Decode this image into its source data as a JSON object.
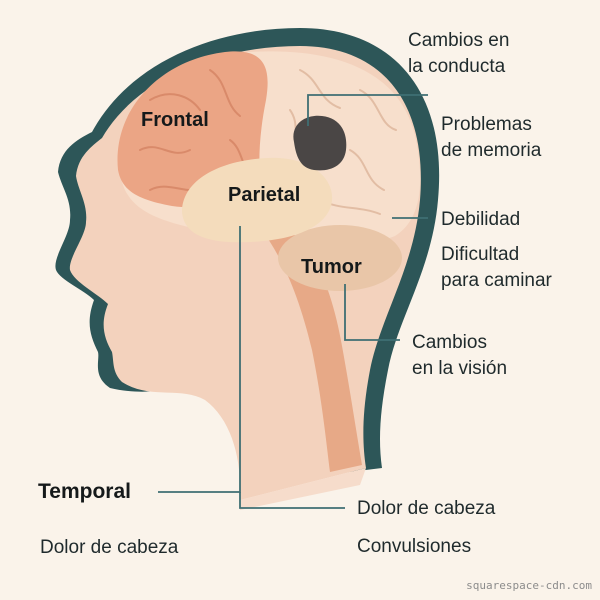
{
  "labels": {
    "frontal": "Frontal",
    "parietal": "Parietal",
    "tumor": "Tumor",
    "temporal": "Temporal",
    "cambios_conducta_1": "Cambios en",
    "cambios_conducta_2": "la conducta",
    "memoria_1": "Problemas",
    "memoria_2": "de memoria",
    "debilidad": "Debilidad",
    "caminar_1": "Dificultad",
    "caminar_2": "para caminar",
    "vision_1": "Cambios",
    "vision_2": "en la visión",
    "dolor_right": "Dolor de cabeza",
    "dolor_left": "Dolor de cabeza",
    "convulsiones": "Convulsiones"
  },
  "watermark": "squarespace-cdn.com",
  "colors": {
    "background": "#faf3ea",
    "head_outline": "#2d5658",
    "skin": "#f3d2bd",
    "frontal_lobe": "#eba585",
    "brain": "#f7dfcc",
    "parietal_lobe": "#f4dcbc",
    "tumor_region": "#e9c6a8",
    "tumor_mass": "#4a4645",
    "spine": "#e7a987",
    "leader_lines": "#3f6f73"
  }
}
